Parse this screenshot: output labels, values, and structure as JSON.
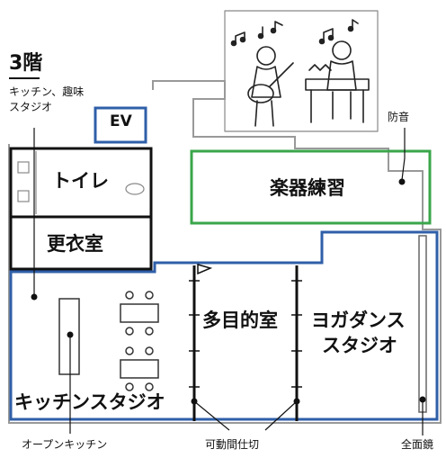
{
  "floor_label": "3階",
  "annotations": {
    "kitchen_hobby_line1": "キッチン、趣味",
    "kitchen_hobby_line2": "スタジオ",
    "soundproof": "防音",
    "open_kitchen": "オープンキッチン",
    "movable_partition": "可動間仕切",
    "full_mirror": "全面鏡"
  },
  "rooms": {
    "elevator": "EV",
    "toilet": "トイレ",
    "changing_room": "更衣室",
    "instrument_practice": "楽器練習",
    "multipurpose": "多目的室",
    "yoga_dance_line1": "ヨガダンス",
    "yoga_dance_line2": "スタジオ",
    "kitchen_studio": "キッチンスタジオ"
  },
  "colors": {
    "kitchen_studio_border": "#2f5fa8",
    "soundproof_room_border": "#3aa64a",
    "partition_line": "#111111",
    "wall_line": "#999999"
  },
  "icons": {
    "music_illustration": "musicians-icon"
  }
}
